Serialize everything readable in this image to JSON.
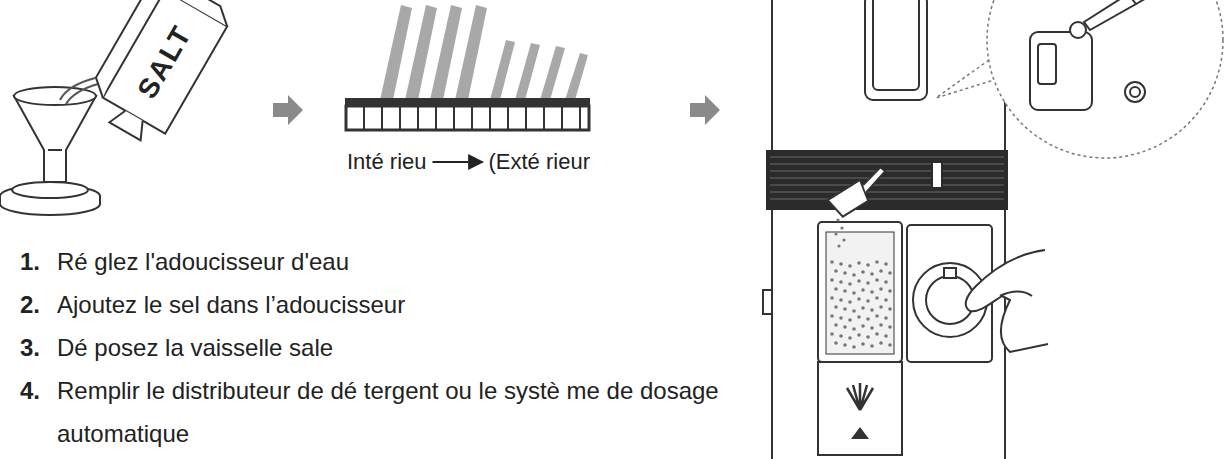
{
  "diagram": {
    "labels": [
      "SALT",
      "Inté rieu",
      "(Exté rieur",
      "1.",
      "Ré glez l'adoucisseur d'eau",
      "2.",
      "Ajoutez le sel dans l’adoucisseur",
      "3.",
      "Dé posez la vaisselle sale",
      "4.",
      "Remplir le distributeur de dé tergent ou le systè me de dosage automatique"
    ]
  }
}
